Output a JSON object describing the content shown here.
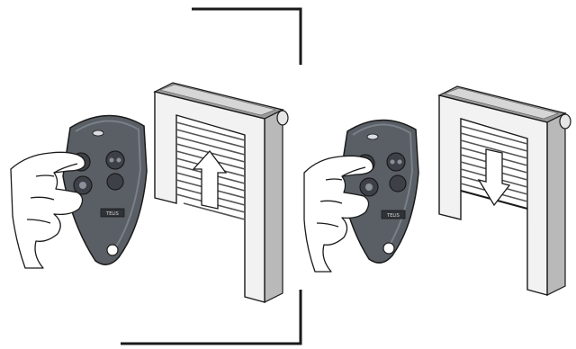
{
  "diagram": {
    "panels": [
      {
        "id": "open",
        "action": "raise-shutter",
        "arrow_direction": "up",
        "pressed_button": "top-left"
      },
      {
        "id": "close",
        "action": "lower-shutter",
        "arrow_direction": "down",
        "pressed_button": "top-left"
      }
    ],
    "remote": {
      "button_count": 4,
      "label": "TELIS"
    },
    "colors": {
      "line": "#1a1a1a",
      "remote_body": "#5a5f66",
      "remote_dark": "#3d4147",
      "frame_face": "#f2f2f2",
      "frame_side": "#b9b9b9",
      "slat": "#555555",
      "arrow_fill": "#ffffff"
    },
    "icons": [
      "remote-control-icon",
      "hand-icon",
      "roller-shutter-icon",
      "arrow-up-icon",
      "arrow-down-icon"
    ]
  }
}
